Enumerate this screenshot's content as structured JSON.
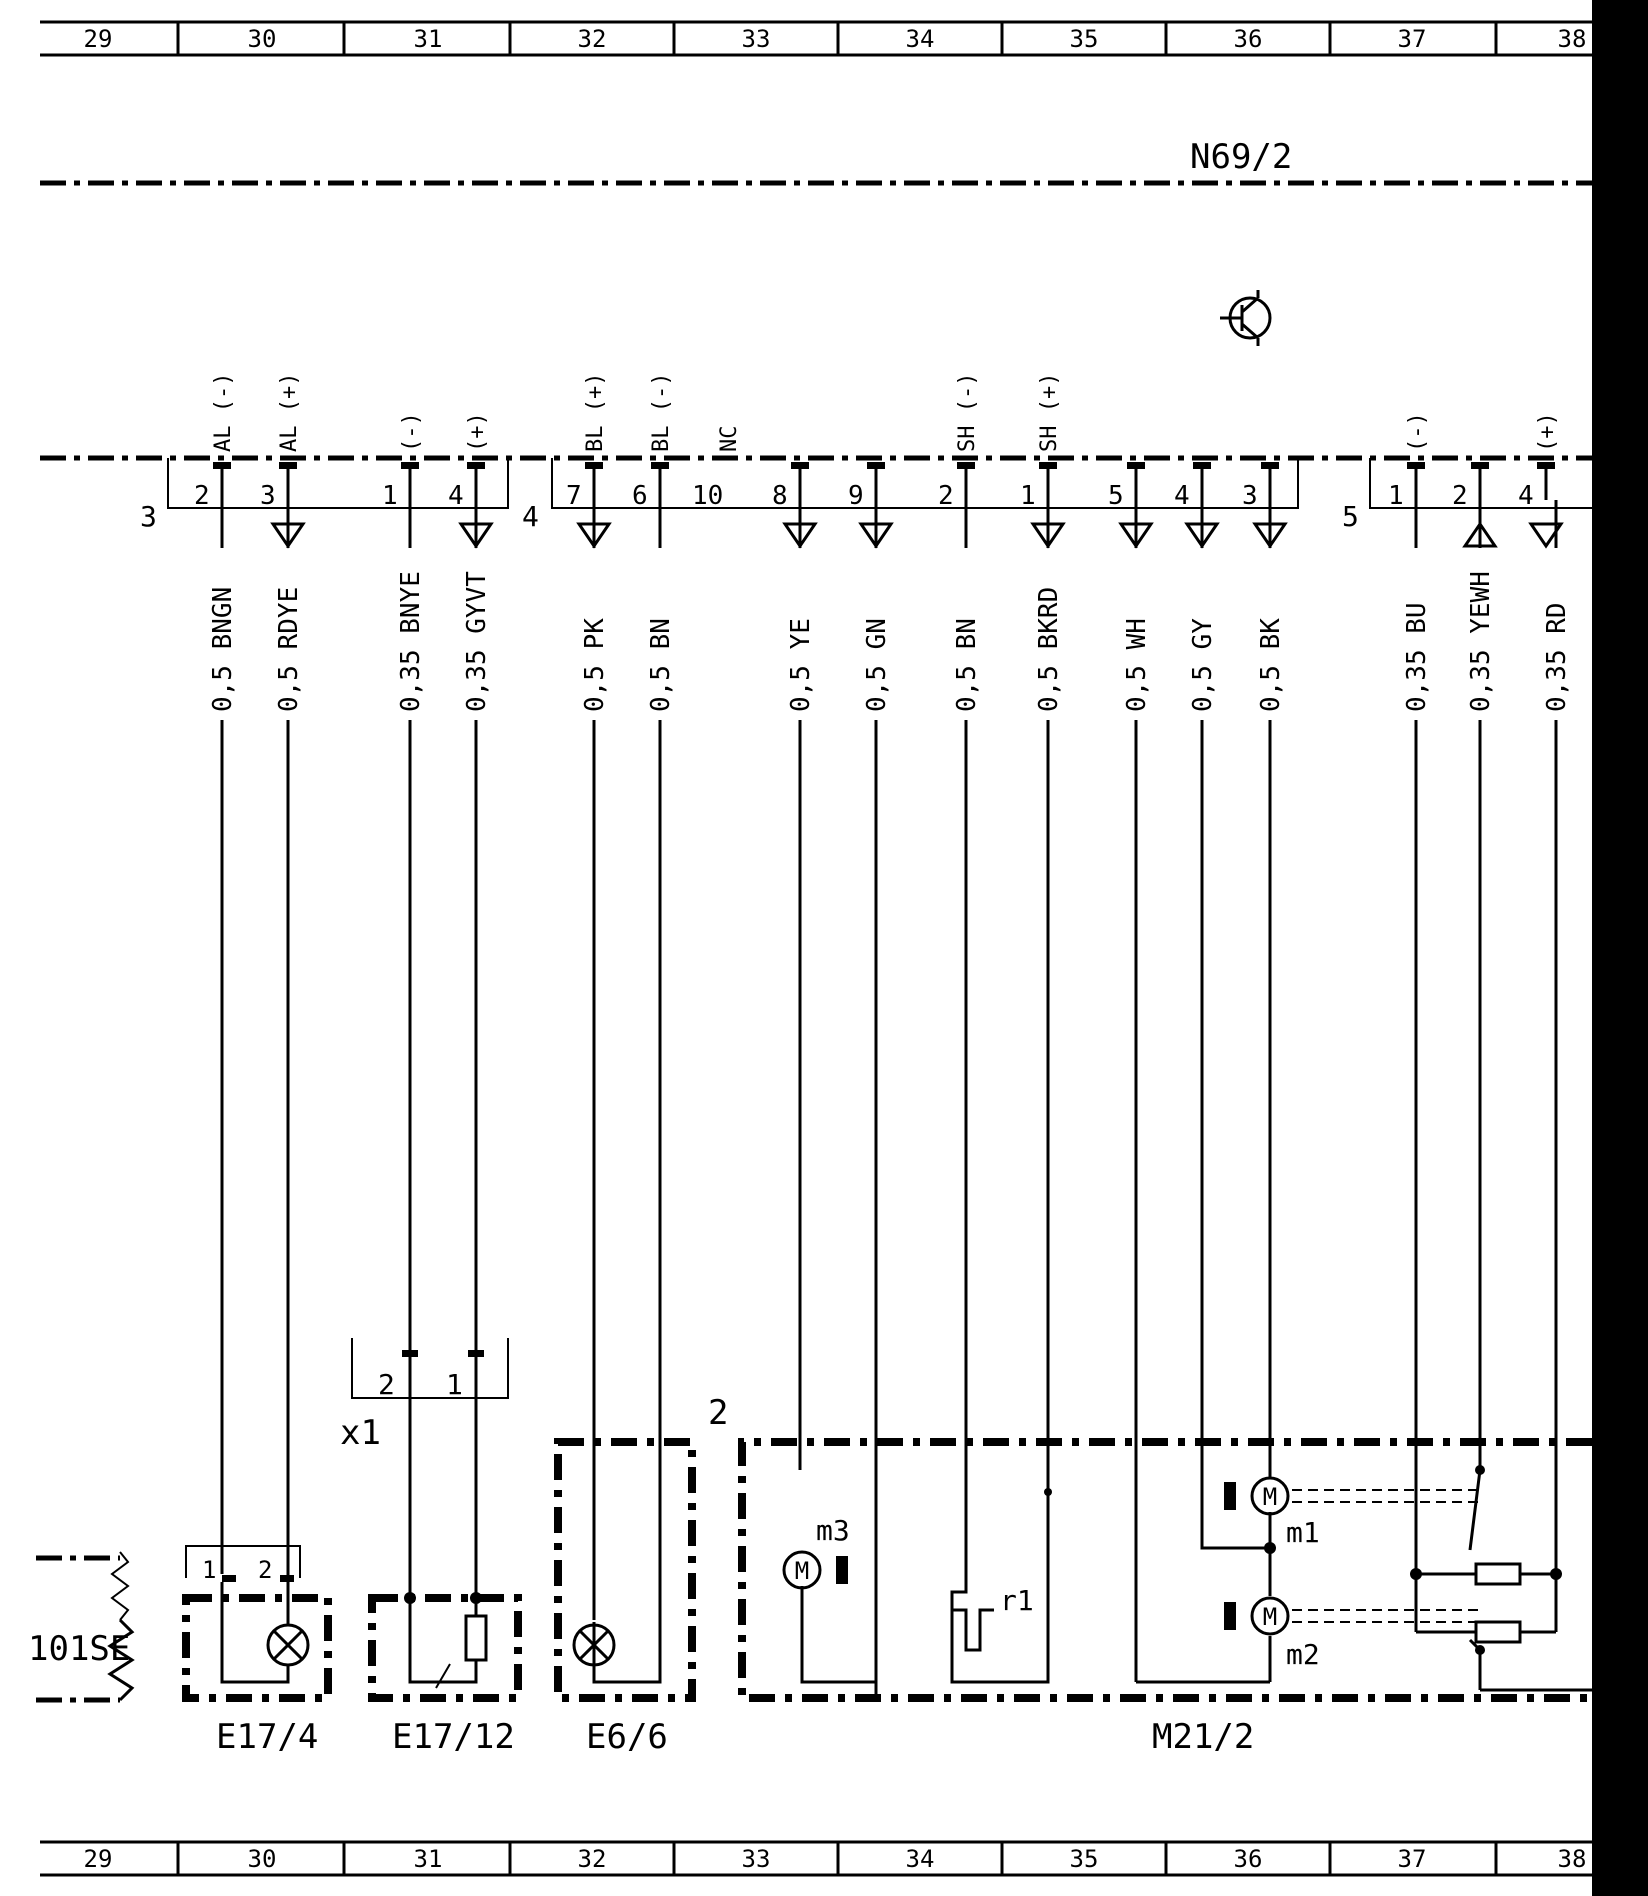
{
  "grid_numbers": [
    "29",
    "30",
    "31",
    "32",
    "33",
    "34",
    "35",
    "36",
    "37",
    "38"
  ],
  "module_label": "N69/2",
  "connectors": [
    {
      "id": "3",
      "label": "3"
    },
    {
      "id": "4",
      "label": "4"
    },
    {
      "id": "5",
      "label": "5"
    }
  ],
  "pins": [
    {
      "num": "2",
      "sig": "AL (-)"
    },
    {
      "num": "3",
      "sig": "AL (+)"
    },
    {
      "num": "1",
      "sig": "(-)"
    },
    {
      "num": "4",
      "sig": "(+)"
    },
    {
      "num": "7",
      "sig": "BL (+)"
    },
    {
      "num": "6",
      "sig": "BL (-)"
    },
    {
      "num": "10",
      "sig": "NC"
    },
    {
      "num": "8",
      "sig": ""
    },
    {
      "num": "9",
      "sig": ""
    },
    {
      "num": "2",
      "sig": "SH (-)"
    },
    {
      "num": "1",
      "sig": "SH (+)"
    },
    {
      "num": "5",
      "sig": ""
    },
    {
      "num": "4",
      "sig": ""
    },
    {
      "num": "3",
      "sig": ""
    },
    {
      "num": "1",
      "sig": "(-)"
    },
    {
      "num": "2",
      "sig": ""
    },
    {
      "num": "4",
      "sig": "(+)"
    }
  ],
  "wires": [
    "0,5 BNGN",
    "0,5 RDYE",
    "0,35 BNYE",
    "0,35 GYVT",
    "0,5 PK",
    "0,5 BN",
    "0,5 YE",
    "0,5 GN",
    "0,5 BN",
    "0,5 BKRD",
    "0,5 WH",
    "0,5 GY",
    "0,5 BK",
    "0,35 BU",
    "0,35 YEWH",
    "0,35 RD"
  ],
  "x1_connector": {
    "label": "x1",
    "pin_a": "2",
    "pin_b": "1"
  },
  "components": [
    {
      "id": "E17/4",
      "pin_a": "1",
      "pin_b": "2"
    },
    {
      "id": "E17/12"
    },
    {
      "id": "E6/6"
    },
    {
      "id": "M21/2"
    }
  ],
  "m21_number": "2",
  "motors": [
    {
      "symbol": "M",
      "label": "m3"
    },
    {
      "symbol": "M",
      "label": "m1"
    },
    {
      "symbol": "M",
      "label": "m2"
    }
  ],
  "r1_label": "r1",
  "adjacent_label": "101SE",
  "icon_names": [
    "transistor-icon",
    "lamp-icon",
    "motor-icon",
    "resistor-icon"
  ]
}
